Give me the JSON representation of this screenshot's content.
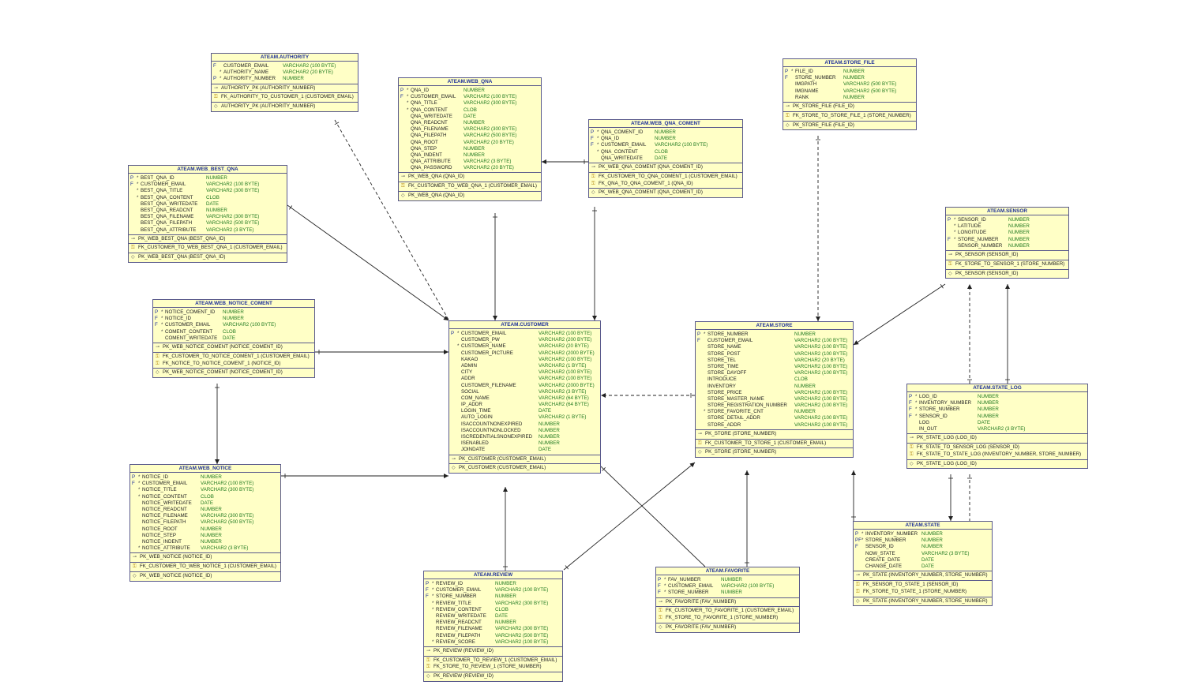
{
  "colors": {
    "table_fill": "#ffffc6",
    "table_border": "#5a5a8c",
    "title": "#1d2f9a",
    "type": "#207a20",
    "line": "#222222"
  },
  "tables": [
    {
      "name": "ATEAM.AUTHORITY",
      "columns": [
        {
          "key": "F",
          "mand": "",
          "name": "CUSTOMER_EMAIL",
          "type": "VARCHAR2 (100 BYTE)"
        },
        {
          "key": "",
          "mand": "*",
          "name": "AUTHORITY_NAME",
          "type": "VARCHAR2 (20 BYTE)"
        },
        {
          "key": "P",
          "mand": "*",
          "name": "AUTHORITY_NUMBER",
          "type": "NUMBER"
        }
      ],
      "pk": [
        "AUTHORITY_PK (AUTHORITY_NUMBER)"
      ],
      "fk": [
        "FK_AUTHORITY_TO_CUSTOMER_1 (CUSTOMER_EMAIL)"
      ],
      "idx": [
        "AUTHORITY_PK (AUTHORITY_NUMBER)"
      ]
    },
    {
      "name": "ATEAM.WEB_QNA",
      "columns": [
        {
          "key": "P",
          "mand": "*",
          "name": "QNA_ID",
          "type": "NUMBER"
        },
        {
          "key": "F",
          "mand": "*",
          "name": "CUSTOMER_EMAIL",
          "type": "VARCHAR2 (100 BYTE)"
        },
        {
          "key": "",
          "mand": "*",
          "name": "QNA_TITLE",
          "type": "VARCHAR2 (300 BYTE)"
        },
        {
          "key": "",
          "mand": "*",
          "name": "QNA_CONTENT",
          "type": "CLOB"
        },
        {
          "key": "",
          "mand": "",
          "name": "QNA_WRITEDATE",
          "type": "DATE"
        },
        {
          "key": "",
          "mand": "",
          "name": "QNA_READCNT",
          "type": "NUMBER"
        },
        {
          "key": "",
          "mand": "",
          "name": "QNA_FILENAME",
          "type": "VARCHAR2 (300 BYTE)"
        },
        {
          "key": "",
          "mand": "",
          "name": "QNA_FILEPATH",
          "type": "VARCHAR2 (500 BYTE)"
        },
        {
          "key": "",
          "mand": "",
          "name": "QNA_ROOT",
          "type": "VARCHAR2 (20 BYTE)"
        },
        {
          "key": "",
          "mand": "",
          "name": "QNA_STEP",
          "type": "NUMBER"
        },
        {
          "key": "",
          "mand": "",
          "name": "QNA_INDENT",
          "type": "NUMBER"
        },
        {
          "key": "",
          "mand": "",
          "name": "QNA_ATTRIBUTE",
          "type": "VARCHAR2 (3 BYTE)"
        },
        {
          "key": "",
          "mand": "",
          "name": "QNA_PASSWORD",
          "type": "VARCHAR2 (20 BYTE)"
        }
      ],
      "pk": [
        "PK_WEB_QNA (QNA_ID)"
      ],
      "fk": [
        "FK_CUSTOMER_TO_WEB_QNA_1 (CUSTOMER_EMAIL)"
      ],
      "idx": [
        "PK_WEB_QNA (QNA_ID)"
      ]
    },
    {
      "name": "ATEAM.WEB_QNA_COMENT",
      "columns": [
        {
          "key": "P",
          "mand": "*",
          "name": "QNA_COMENT_ID",
          "type": "NUMBER"
        },
        {
          "key": "F",
          "mand": "*",
          "name": "QNA_ID",
          "type": "NUMBER"
        },
        {
          "key": "F",
          "mand": "*",
          "name": "CUSTOMER_EMAIL",
          "type": "VARCHAR2 (100 BYTE)"
        },
        {
          "key": "",
          "mand": "*",
          "name": "QNA_CONTENT",
          "type": "CLOB"
        },
        {
          "key": "",
          "mand": "",
          "name": "QNA_WRITEDATE",
          "type": "DATE"
        }
      ],
      "pk": [
        "PK_WEB_QNA_COMENT (QNA_COMENT_ID)"
      ],
      "fk": [
        "FK_CUSTOMER_TO_QNA_COMENT_1 (CUSTOMER_EMAIL)",
        "FK_QNA_TO_QNA_COMENT_1 (QNA_ID)"
      ],
      "idx": [
        "PK_WEB_QNA_COMENT (QNA_COMENT_ID)"
      ]
    },
    {
      "name": "ATEAM.STORE_FILE",
      "columns": [
        {
          "key": "P",
          "mand": "*",
          "name": "FILE_ID",
          "type": "NUMBER"
        },
        {
          "key": "F",
          "mand": "",
          "name": "STORE_NUMBER",
          "type": "NUMBER"
        },
        {
          "key": "",
          "mand": "",
          "name": "IMGPATH",
          "type": "VARCHAR2 (500 BYTE)"
        },
        {
          "key": "",
          "mand": "",
          "name": "IMGNAME",
          "type": "VARCHAR2 (500 BYTE)"
        },
        {
          "key": "",
          "mand": "",
          "name": "RANK",
          "type": "NUMBER"
        }
      ],
      "pk": [
        "PK_STORE_FILE (FILE_ID)"
      ],
      "fk": [
        "FK_STORE_TO_STORE_FILE_1 (STORE_NUMBER)"
      ],
      "idx": [
        "PK_STORE_FILE (FILE_ID)"
      ]
    },
    {
      "name": "ATEAM.WEB_BEST_QNA",
      "columns": [
        {
          "key": "P",
          "mand": "*",
          "name": "BEST_QNA_ID",
          "type": "NUMBER"
        },
        {
          "key": "F",
          "mand": "*",
          "name": "CUSTOMER_EMAIL",
          "type": "VARCHAR2 (100 BYTE)"
        },
        {
          "key": "",
          "mand": "*",
          "name": "BEST_QNA_TITLE",
          "type": "VARCHAR2 (300 BYTE)"
        },
        {
          "key": "",
          "mand": "*",
          "name": "BEST_QNA_CONTENT",
          "type": "CLOB"
        },
        {
          "key": "",
          "mand": "",
          "name": "BEST_QNA_WRITEDATE",
          "type": "DATE"
        },
        {
          "key": "",
          "mand": "",
          "name": "BEST_QNA_READCNT",
          "type": "NUMBER"
        },
        {
          "key": "",
          "mand": "",
          "name": "BEST_QNA_FILENAME",
          "type": "VARCHAR2 (300 BYTE)"
        },
        {
          "key": "",
          "mand": "",
          "name": "BEST_QNA_FILEPATH",
          "type": "VARCHAR2 (500 BYTE)"
        },
        {
          "key": "",
          "mand": "",
          "name": "BEST_QNA_ATTRIBUTE",
          "type": "VARCHAR2 (3 BYTE)"
        }
      ],
      "pk": [
        "PK_WEB_BEST_QNA (BEST_QNA_ID)"
      ],
      "fk": [
        "FK_CUSTOMER_TO_WEB_BEST_QNA_1 (CUSTOMER_EMAIL)"
      ],
      "idx": [
        "PK_WEB_BEST_QNA (BEST_QNA_ID)"
      ]
    },
    {
      "name": "ATEAM.SENSOR",
      "columns": [
        {
          "key": "P",
          "mand": "*",
          "name": "SENSOR_ID",
          "type": "NUMBER"
        },
        {
          "key": "",
          "mand": "*",
          "name": "LATITUDE",
          "type": "NUMBER"
        },
        {
          "key": "",
          "mand": "*",
          "name": "LONGITUDE",
          "type": "NUMBER"
        },
        {
          "key": "F",
          "mand": "*",
          "name": "STORE_NUMBER",
          "type": "NUMBER"
        },
        {
          "key": "",
          "mand": "",
          "name": "SENSOR_NUMBER",
          "type": "NUMBER"
        }
      ],
      "pk": [
        "PK_SENSOR (SENSOR_ID)"
      ],
      "fk": [
        "FK_STORE_TO_SENSOR_1 (STORE_NUMBER)"
      ],
      "idx": [
        "PK_SENSOR (SENSOR_ID)"
      ]
    },
    {
      "name": "ATEAM.WEB_NOTICE_COMENT",
      "columns": [
        {
          "key": "P",
          "mand": "*",
          "name": "NOTICE_COMENT_ID",
          "type": "NUMBER"
        },
        {
          "key": "F",
          "mand": "*",
          "name": "NOTICE_ID",
          "type": "NUMBER"
        },
        {
          "key": "F",
          "mand": "*",
          "name": "CUSTOMER_EMAIL",
          "type": "VARCHAR2 (100 BYTE)"
        },
        {
          "key": "",
          "mand": "*",
          "name": "COMENT_CONTENT",
          "type": "CLOB"
        },
        {
          "key": "",
          "mand": "",
          "name": "COMENT_WRITEDATE",
          "type": "DATE"
        }
      ],
      "pk": [
        "PK_WEB_NOTICE_COMENT (NOTICE_COMENT_ID)"
      ],
      "fk": [
        "FK_CUSTOMER_TO_NOTICE_COMENT_1 (CUSTOMER_EMAIL)",
        "FK_NOTICE_TO_NOTICE_COMENT_1 (NOTICE_ID)"
      ],
      "idx": [
        "PK_WEB_NOTICE_COMENT (NOTICE_COMENT_ID)"
      ]
    },
    {
      "name": "ATEAM.CUSTOMER",
      "columns": [
        {
          "key": "P",
          "mand": "*",
          "name": "CUSTOMER_EMAIL",
          "type": "VARCHAR2 (100 BYTE)"
        },
        {
          "key": "",
          "mand": "",
          "name": "CUSTOMER_PW",
          "type": "VARCHAR2 (200 BYTE)"
        },
        {
          "key": "",
          "mand": "*",
          "name": "CUSTOMER_NAME",
          "type": "VARCHAR2 (20 BYTE)"
        },
        {
          "key": "",
          "mand": "",
          "name": "CUSTOMER_PICTURE",
          "type": "VARCHAR2 (2000 BYTE)"
        },
        {
          "key": "",
          "mand": "",
          "name": "KAKAO",
          "type": "VARCHAR2 (100 BYTE)"
        },
        {
          "key": "",
          "mand": "",
          "name": "ADMIN",
          "type": "VARCHAR2 (1 BYTE)"
        },
        {
          "key": "",
          "mand": "",
          "name": "CITY",
          "type": "VARCHAR2 (100 BYTE)"
        },
        {
          "key": "",
          "mand": "",
          "name": "ADDR",
          "type": "VARCHAR2 (100 BYTE)"
        },
        {
          "key": "",
          "mand": "",
          "name": "CUSTOMER_FILENAME",
          "type": "VARCHAR2 (2000 BYTE)"
        },
        {
          "key": "",
          "mand": "",
          "name": "SOCIAL",
          "type": "VARCHAR2 (3 BYTE)"
        },
        {
          "key": "",
          "mand": "",
          "name": "COM_NAME",
          "type": "VARCHAR2 (64 BYTE)"
        },
        {
          "key": "",
          "mand": "",
          "name": "IP_ADDR",
          "type": "VARCHAR2 (64 BYTE)"
        },
        {
          "key": "",
          "mand": "",
          "name": "LOGIN_TIME",
          "type": "DATE"
        },
        {
          "key": "",
          "mand": "",
          "name": "AUTO_LOGIN",
          "type": "VARCHAR2 (1 BYTE)"
        },
        {
          "key": "",
          "mand": "",
          "name": "ISACCOUNTNONEXPIRED",
          "type": "NUMBER"
        },
        {
          "key": "",
          "mand": "",
          "name": "ISACCOUNTNONLOCKED",
          "type": "NUMBER"
        },
        {
          "key": "",
          "mand": "",
          "name": "ISCREDENTIALSNONEXPIRED",
          "type": "NUMBER"
        },
        {
          "key": "",
          "mand": "",
          "name": "ISENABLED",
          "type": "NUMBER"
        },
        {
          "key": "",
          "mand": "",
          "name": "JOINDATE",
          "type": "DATE"
        }
      ],
      "pk": [
        "PK_CUSTOMER (CUSTOMER_EMAIL)"
      ],
      "fk": [],
      "idx": [
        "PK_CUSTOMER (CUSTOMER_EMAIL)"
      ]
    },
    {
      "name": "ATEAM.STORE",
      "columns": [
        {
          "key": "P",
          "mand": "*",
          "name": "STORE_NUMBER",
          "type": "NUMBER"
        },
        {
          "key": "F",
          "mand": "",
          "name": "CUSTOMER_EMAIL",
          "type": "VARCHAR2 (100 BYTE)"
        },
        {
          "key": "",
          "mand": "",
          "name": "STORE_NAME",
          "type": "VARCHAR2 (100 BYTE)"
        },
        {
          "key": "",
          "mand": "",
          "name": "STORE_POST",
          "type": "VARCHAR2 (100 BYTE)"
        },
        {
          "key": "",
          "mand": "",
          "name": "STORE_TEL",
          "type": "VARCHAR2 (20 BYTE)"
        },
        {
          "key": "",
          "mand": "",
          "name": "STORE_TIME",
          "type": "VARCHAR2 (100 BYTE)"
        },
        {
          "key": "",
          "mand": "",
          "name": "STORE_DAYOFF",
          "type": "VARCHAR2 (100 BYTE)"
        },
        {
          "key": "",
          "mand": "",
          "name": "INTRODUCE",
          "type": "CLOB"
        },
        {
          "key": "",
          "mand": "",
          "name": "INVENTORY",
          "type": "NUMBER"
        },
        {
          "key": "",
          "mand": "",
          "name": "STORE_PRICE",
          "type": "VARCHAR2 (100 BYTE)"
        },
        {
          "key": "",
          "mand": "",
          "name": "STORE_MASTER_NAME",
          "type": "VARCHAR2 (100 BYTE)"
        },
        {
          "key": "",
          "mand": "",
          "name": "STORE_REGISTRATION_NUMBER",
          "type": "VARCHAR2 (100 BYTE)"
        },
        {
          "key": "",
          "mand": "*",
          "name": "STORE_FAVORITE_CNT",
          "type": "NUMBER"
        },
        {
          "key": "",
          "mand": "",
          "name": "STORE_DETAIL_ADDR",
          "type": "VARCHAR2 (100 BYTE)"
        },
        {
          "key": "",
          "mand": "",
          "name": "STORE_ADDR",
          "type": "VARCHAR2 (100 BYTE)"
        }
      ],
      "pk": [
        "PK_STORE (STORE_NUMBER)"
      ],
      "fk": [
        "FK_CUSTOMER_TO_STORE_1 (CUSTOMER_EMAIL)"
      ],
      "idx": [
        "PK_STORE (STORE_NUMBER)"
      ]
    },
    {
      "name": "ATEAM.STATE_LOG",
      "columns": [
        {
          "key": "P",
          "mand": "*",
          "name": "LOG_ID",
          "type": "NUMBER"
        },
        {
          "key": "F",
          "mand": "*",
          "name": "INVENTORY_NUMBER",
          "type": "NUMBER"
        },
        {
          "key": "F",
          "mand": "*",
          "name": "STORE_NUMBER",
          "type": "NUMBER"
        },
        {
          "key": "F",
          "mand": "*",
          "name": "SENSOR_ID",
          "type": "NUMBER"
        },
        {
          "key": "",
          "mand": "",
          "name": "LOG",
          "type": "DATE"
        },
        {
          "key": "",
          "mand": "",
          "name": "IN_OUT",
          "type": "VARCHAR2 (3 BYTE)"
        }
      ],
      "pk": [
        "PK_STATE_LOG (LOG_ID)"
      ],
      "fk": [
        "FK_STATE_TO_SENSOR_LOG (SENSOR_ID)",
        "FK_STATE_TO_STATE_LOG (INVENTORY_NUMBER, STORE_NUMBER)"
      ],
      "idx": [
        "PK_STATE_LOG (LOG_ID)"
      ]
    },
    {
      "name": "ATEAM.WEB_NOTICE",
      "columns": [
        {
          "key": "P",
          "mand": "*",
          "name": "NOTICE_ID",
          "type": "NUMBER"
        },
        {
          "key": "F",
          "mand": "*",
          "name": "CUSTOMER_EMAIL",
          "type": "VARCHAR2 (100 BYTE)"
        },
        {
          "key": "",
          "mand": "*",
          "name": "NOTICE_TITLE",
          "type": "VARCHAR2 (300 BYTE)"
        },
        {
          "key": "",
          "mand": "*",
          "name": "NOTICE_CONTENT",
          "type": "CLOB"
        },
        {
          "key": "",
          "mand": "",
          "name": "NOTICE_WRITEDATE",
          "type": "DATE"
        },
        {
          "key": "",
          "mand": "",
          "name": "NOTICE_READCNT",
          "type": "NUMBER"
        },
        {
          "key": "",
          "mand": "",
          "name": "NOTICE_FILENAME",
          "type": "VARCHAR2 (300 BYTE)"
        },
        {
          "key": "",
          "mand": "",
          "name": "NOTICE_FILEPATH",
          "type": "VARCHAR2 (500 BYTE)"
        },
        {
          "key": "",
          "mand": "",
          "name": "NOTICE_ROOT",
          "type": "NUMBER"
        },
        {
          "key": "",
          "mand": "",
          "name": "NOTICE_STEP",
          "type": "NUMBER"
        },
        {
          "key": "",
          "mand": "",
          "name": "NOTICE_INDENT",
          "type": "NUMBER"
        },
        {
          "key": "",
          "mand": "*",
          "name": "NOTICE_ATTRIBUTE",
          "type": "VARCHAR2 (3 BYTE)"
        }
      ],
      "pk": [
        "PK_WEB_NOTICE (NOTICE_ID)"
      ],
      "fk": [
        "FK_CUSTOMER_TO_WEB_NOTICE_1 (CUSTOMER_EMAIL)"
      ],
      "idx": [
        "PK_WEB_NOTICE (NOTICE_ID)"
      ]
    },
    {
      "name": "ATEAM.STATE",
      "columns": [
        {
          "key": "P",
          "mand": "*",
          "name": "INVENTORY_NUMBER",
          "type": "NUMBER"
        },
        {
          "key": "PF",
          "mand": "*",
          "name": "STORE_NUMBER",
          "type": "NUMBER"
        },
        {
          "key": "F",
          "mand": "",
          "name": "SENSOR_ID",
          "type": "NUMBER"
        },
        {
          "key": "",
          "mand": "",
          "name": "NOW_STATE",
          "type": "VARCHAR2 (3 BYTE)"
        },
        {
          "key": "",
          "mand": "",
          "name": "CREATE_DATE",
          "type": "DATE"
        },
        {
          "key": "",
          "mand": "",
          "name": "CHANGE_DATE",
          "type": "DATE"
        }
      ],
      "pk": [
        "PK_STATE (INVENTORY_NUMBER, STORE_NUMBER)"
      ],
      "fk": [
        "FK_SENSOR_TO_STATE_1 (SENSOR_ID)",
        "FK_STORE_TO_STATE_1 (STORE_NUMBER)"
      ],
      "idx": [
        "PK_STATE (INVENTORY_NUMBER, STORE_NUMBER)"
      ]
    },
    {
      "name": "ATEAM.REVIEW",
      "columns": [
        {
          "key": "P",
          "mand": "*",
          "name": "REVIEW_ID",
          "type": "NUMBER"
        },
        {
          "key": "F",
          "mand": "*",
          "name": "CUSTOMER_EMAIL",
          "type": "VARCHAR2 (100 BYTE)"
        },
        {
          "key": "F",
          "mand": "*",
          "name": "STORE_NUMBER",
          "type": "NUMBER"
        },
        {
          "key": "",
          "mand": "*",
          "name": "REVIEW_TITLE",
          "type": "VARCHAR2 (300 BYTE)"
        },
        {
          "key": "",
          "mand": "*",
          "name": "REVIEW_CONTENT",
          "type": "CLOB"
        },
        {
          "key": "",
          "mand": "",
          "name": "REVIEW_WRITEDATE",
          "type": "DATE"
        },
        {
          "key": "",
          "mand": "",
          "name": "REVIEW_READCNT",
          "type": "NUMBER"
        },
        {
          "key": "",
          "mand": "",
          "name": "REVIEW_FILENAME",
          "type": "VARCHAR2 (300 BYTE)"
        },
        {
          "key": "",
          "mand": "",
          "name": "REVIEW_FILEPATH",
          "type": "VARCHAR2 (500 BYTE)"
        },
        {
          "key": "",
          "mand": "*",
          "name": "REVIEW_SCORE",
          "type": "VARCHAR2 (100 BYTE)"
        }
      ],
      "pk": [
        "PK_REVIEW (REVIEW_ID)"
      ],
      "fk": [
        "FK_CUSTOMER_TO_REVIEW_1 (CUSTOMER_EMAIL)",
        "FK_STORE_TO_REVIEW_1 (STORE_NUMBER)"
      ],
      "idx": [
        "PK_REVIEW (REVIEW_ID)"
      ]
    },
    {
      "name": "ATEAM.FAVORITE",
      "columns": [
        {
          "key": "P",
          "mand": "*",
          "name": "FAV_NUMBER",
          "type": "NUMBER"
        },
        {
          "key": "F",
          "mand": "*",
          "name": "CUSTOMER_EMAIL",
          "type": "VARCHAR2 (100 BYTE)"
        },
        {
          "key": "F",
          "mand": "*",
          "name": "STORE_NUMBER",
          "type": "NUMBER"
        }
      ],
      "pk": [
        "PK_FAVORITE (FAV_NUMBER)"
      ],
      "fk": [
        "FK_CUSTOMER_TO_FAVORITE_1 (CUSTOMER_EMAIL)",
        "FK_STORE_TO_FAVORITE_1 (STORE_NUMBER)"
      ],
      "idx": [
        "PK_FAVORITE (FAV_NUMBER)"
      ]
    }
  ]
}
